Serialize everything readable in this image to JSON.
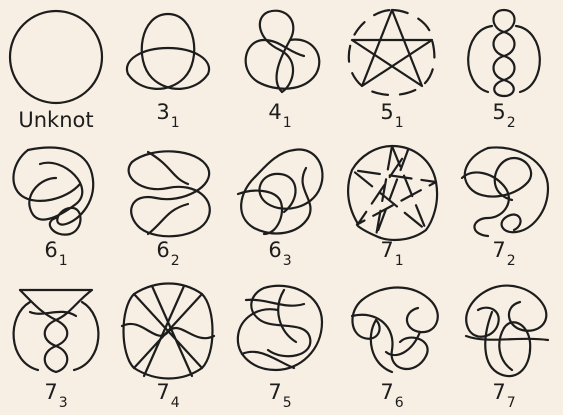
{
  "knots": [
    {
      "name": "Unknot",
      "crossings": "",
      "index": ""
    },
    {
      "name": "",
      "crossings": "3",
      "index": "1"
    },
    {
      "name": "",
      "crossings": "4",
      "index": "1"
    },
    {
      "name": "",
      "crossings": "5",
      "index": "1"
    },
    {
      "name": "",
      "crossings": "5",
      "index": "2"
    },
    {
      "name": "",
      "crossings": "6",
      "index": "1"
    },
    {
      "name": "",
      "crossings": "6",
      "index": "2"
    },
    {
      "name": "",
      "crossings": "6",
      "index": "3"
    },
    {
      "name": "",
      "crossings": "7",
      "index": "1"
    },
    {
      "name": "",
      "crossings": "7",
      "index": "2"
    },
    {
      "name": "",
      "crossings": "7",
      "index": "3"
    },
    {
      "name": "",
      "crossings": "7",
      "index": "4"
    },
    {
      "name": "",
      "crossings": "7",
      "index": "5"
    },
    {
      "name": "",
      "crossings": "7",
      "index": "6"
    },
    {
      "name": "",
      "crossings": "7",
      "index": "7"
    }
  ],
  "colors": {
    "background": "#f7efe4",
    "stroke": "#1d1d1d"
  }
}
